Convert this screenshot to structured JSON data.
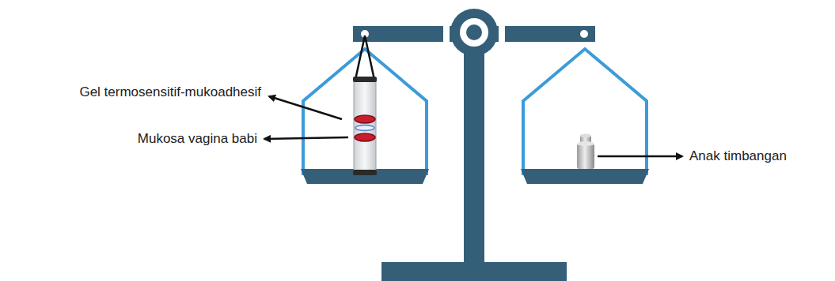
{
  "diagram": {
    "labels": [
      "Gel termosensitif-mukoadhesif",
      "Mukosa vagina babi",
      "Anak timbangan"
    ]
  }
}
